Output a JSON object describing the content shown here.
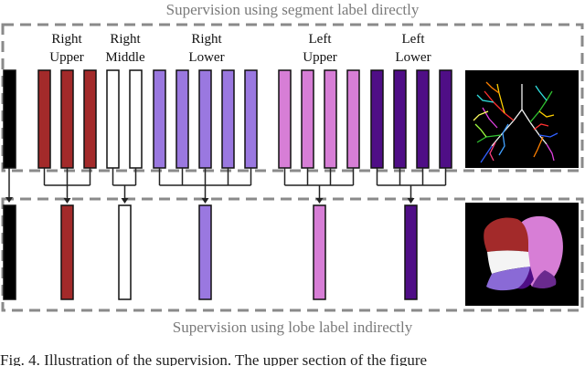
{
  "top_title": "Supervision using segment label directly",
  "bottom_title": "Supervision using lobe label indirectly",
  "caption": "Fig. 4.   Illustration of the supervision.  The upper section of the figure",
  "colors": {
    "background": "#000000",
    "right_upper": "#a32a2a",
    "right_middle": "#ffffff",
    "right_lower": "#9a78e0",
    "left_upper": "#d77ed6",
    "left_lower": "#4f0e86",
    "dashed_box": "#8a8a8a"
  },
  "groups": [
    {
      "key": "right_upper",
      "line1": "Right",
      "line2": "Upper",
      "segments": 3
    },
    {
      "key": "right_middle",
      "line1": "Right",
      "line2": "Middle",
      "segments": 2
    },
    {
      "key": "right_lower",
      "line1": "Right",
      "line2": "Lower",
      "segments": 5
    },
    {
      "key": "left_upper",
      "line1": "Left",
      "line2": "Upper",
      "segments": 4
    },
    {
      "key": "left_lower",
      "line1": "Left",
      "line2": "Lower",
      "segments": 4
    }
  ],
  "images": {
    "top": "airway-segments-render",
    "bottom": "lung-lobes-render"
  }
}
